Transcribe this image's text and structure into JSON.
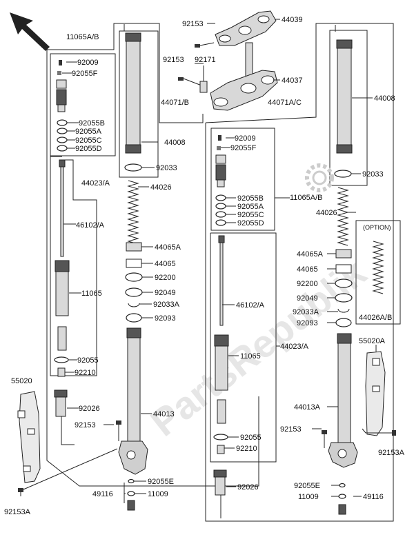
{
  "watermark": "PartsRepublik",
  "option_label": "(OPTION)",
  "labels": {
    "l_11065ab_top": "11065A/B",
    "l_92009_l": "92009",
    "l_92055f_l": "92055F",
    "l_92055b_l": "92055B",
    "l_92055a_l": "92055A",
    "l_92055c_l": "92055C",
    "l_92055d_l": "92055D",
    "l_44023a_l": "44023/A",
    "l_46102a_l": "46102/A",
    "l_11065_l": "11065",
    "l_92055_l": "92055",
    "l_92210_l": "92210",
    "l_92026_l": "92026",
    "l_92153_l": "92153",
    "l_55020": "55020",
    "l_92153a_l": "92153A",
    "l_44071b": "44071/B",
    "l_44008_l": "44008",
    "l_92033_l": "92033",
    "l_44026_l": "44026",
    "l_44065a_l": "44065A",
    "l_44065_l": "44065",
    "l_92200_l": "92200",
    "l_92049_l": "92049",
    "l_92033a_l": "92033A",
    "l_92093_l": "92093",
    "l_44013": "44013",
    "l_92055e_l": "92055E",
    "l_49116_l": "49116",
    "l_11009_l": "11009",
    "l_92153_t1": "92153",
    "l_44039": "44039",
    "l_92153_t2": "92153",
    "l_92171": "92171",
    "l_44037": "44037",
    "l_44071ac": "44071A/C",
    "l_44008_r": "44008",
    "l_92033_r": "92033",
    "l_11065ab_r": "11065A/B",
    "l_44026_r": "44026",
    "l_92009_r": "92009",
    "l_92055f_r": "92055F",
    "l_92055b_r": "92055B",
    "l_92055a_r": "92055A",
    "l_92055c_r": "92055C",
    "l_92055d_r": "92055D",
    "l_44065a_r": "44065A",
    "l_44065_r": "44065",
    "l_92200_r": "92200",
    "l_92049_r": "92049",
    "l_92033a_r": "92033A",
    "l_92093_r": "92093",
    "l_46102a_r": "46102/A",
    "l_44023a_r": "44023/A",
    "l_11065_r": "11065",
    "l_92055_r": "92055",
    "l_92210_r": "92210",
    "l_92026_r": "92026",
    "l_44013a": "44013A",
    "l_92153_r": "92153",
    "l_55020a": "55020A",
    "l_92153a_r": "92153A",
    "l_92055e_r": "92055E",
    "l_11009_r": "11009",
    "l_49116_r": "49116",
    "l_44026ab": "44026A/B"
  }
}
